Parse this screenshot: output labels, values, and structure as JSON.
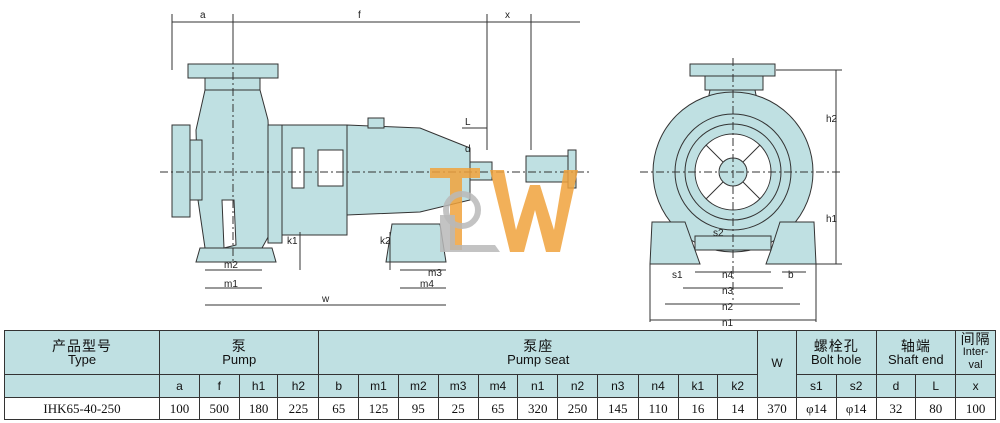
{
  "drawing": {
    "side_labels": {
      "a": "a",
      "f": "f",
      "x": "x",
      "L": "L",
      "d": "d",
      "k1": "k1",
      "k2": "k2",
      "m1": "m1",
      "m2": "m2",
      "m3": "m3",
      "m4": "m4",
      "w": "w"
    },
    "front_labels": {
      "h1": "h1",
      "h2": "h2",
      "s1": "s1",
      "s2": "s2",
      "b": "b",
      "n1": "n1",
      "n2": "n2",
      "n3": "n3",
      "n4": "n4"
    },
    "logo_text": "LW",
    "colors": {
      "body": "#bfe0e2",
      "outline": "#333333",
      "logo_orange": "#f0a23c",
      "logo_gray": "#b8b8b8"
    }
  },
  "table": {
    "model_header_cn": "产品型号",
    "model_header_en": "Type",
    "pump_cn": "泵",
    "pump_en": "Pump",
    "seat_cn": "泵座",
    "seat_en": "Pump seat",
    "w_header": "W",
    "bolt_cn": "螺栓孔",
    "bolt_en": "Bolt hole",
    "shaft_cn": "轴端",
    "shaft_en": "Shaft end",
    "interval_cn": "间隔",
    "interval_en1": "Inter-",
    "interval_en2": "val",
    "sub": {
      "a": "a",
      "f": "f",
      "h1": "h1",
      "h2": "h2",
      "b": "b",
      "m1": "m1",
      "m2": "m2",
      "m3": "m3",
      "m4": "m4",
      "n1": "n1",
      "n2": "n2",
      "n3": "n3",
      "n4": "n4",
      "k1": "k1",
      "k2": "k2",
      "s1": "s1",
      "s2": "s2",
      "d": "d",
      "L": "L",
      "x": "x"
    },
    "row": {
      "model": "IHK65-40-250",
      "a": "100",
      "f": "500",
      "h1": "180",
      "h2": "225",
      "b": "65",
      "m1": "125",
      "m2": "95",
      "m3": "25",
      "m4": "65",
      "n1": "320",
      "n2": "250",
      "n3": "145",
      "n4": "110",
      "k1": "16",
      "k2": "14",
      "W": "370",
      "s1": "φ14",
      "s2": "φ14",
      "d": "32",
      "L": "80",
      "x": "100"
    }
  }
}
